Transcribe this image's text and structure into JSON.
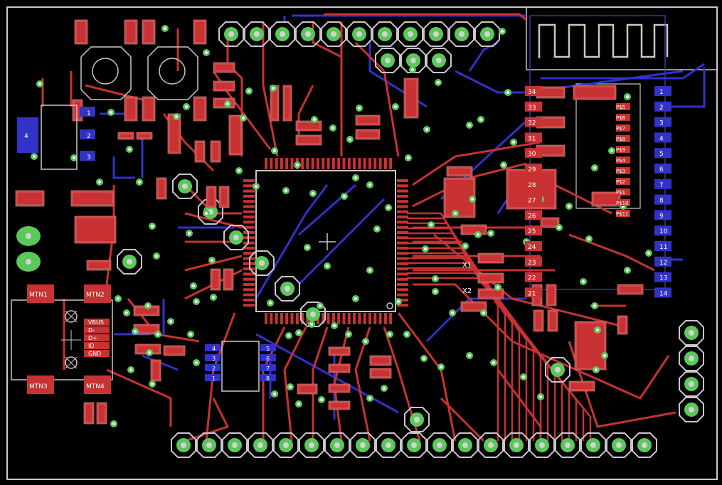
{
  "colors": {
    "background": "#000000",
    "outline": "#c8c8c8",
    "top_copper": "#c83232",
    "bottom_copper": "#3232c8",
    "via": "#5ac85a",
    "drill": "#d2d2d2",
    "silk_text": "#ffffff",
    "pad_fill": "#c83232"
  },
  "labels": {
    "mounting": [
      "MTN1",
      "MTN2",
      "MTN3",
      "MTN4"
    ],
    "usb_pins": [
      "VBUS",
      "D-",
      "D+",
      "ID",
      "GND"
    ],
    "crystals": [
      "X1",
      "X2"
    ],
    "regulator_pin": "4",
    "power_pins": [
      "1",
      "2",
      "3"
    ],
    "chip_pins_left": [
      "4",
      "3",
      "2",
      "1"
    ],
    "chip_pins_right": [
      "5",
      "6",
      "7",
      "8"
    ],
    "module_right_pins": [
      "1",
      "2",
      "3",
      "4",
      "5",
      "6",
      "7",
      "8",
      "9",
      "10",
      "11",
      "12",
      "13",
      "14"
    ],
    "module_left_pins": [
      "34",
      "33",
      "32",
      "31",
      "30",
      "29",
      "28",
      "27",
      "26",
      "25",
      "24",
      "23",
      "22",
      "21"
    ],
    "module_small": [
      "P$5",
      "P$6",
      "P$7",
      "P$8",
      "P$9",
      "P$4",
      "P$3",
      "P$2",
      "P$1",
      "P$10",
      "P$11"
    ]
  }
}
